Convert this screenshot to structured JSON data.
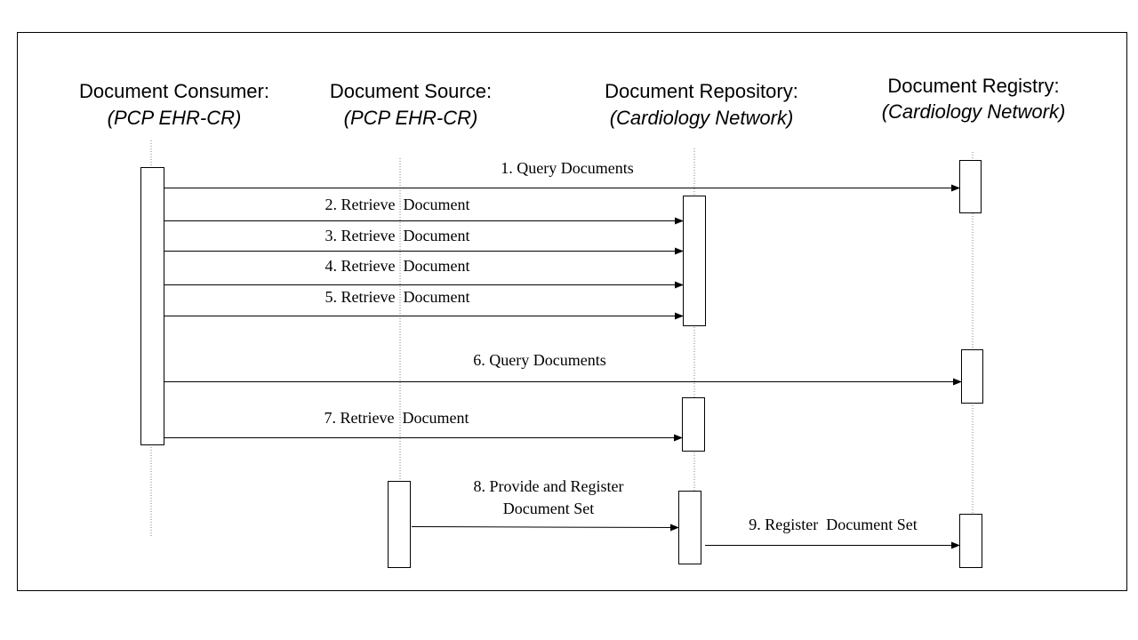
{
  "participants": [
    {
      "id": "consumer",
      "name": "Document Consumer:",
      "role": "(PCP EHR-CR)"
    },
    {
      "id": "source",
      "name": "Document Source:",
      "role": "(PCP EHR-CR)"
    },
    {
      "id": "repository",
      "name": "Document Repository:",
      "role": "(Cardiology Network)"
    },
    {
      "id": "registry",
      "name": "Document Registry:",
      "role": "(Cardiology Network)"
    }
  ],
  "messages": [
    {
      "from": "consumer",
      "to": "registry",
      "label": "1. Query Documents"
    },
    {
      "from": "consumer",
      "to": "repository",
      "label": "2. Retrieve  Document"
    },
    {
      "from": "consumer",
      "to": "repository",
      "label": "3. Retrieve  Document"
    },
    {
      "from": "consumer",
      "to": "repository",
      "label": "4. Retrieve  Document"
    },
    {
      "from": "consumer",
      "to": "repository",
      "label": "5. Retrieve  Document"
    },
    {
      "from": "consumer",
      "to": "registry",
      "label": "6. Query Documents"
    },
    {
      "from": "consumer",
      "to": "repository",
      "label": "7. Retrieve  Document"
    },
    {
      "from": "source",
      "to": "repository",
      "label": "8. Provide and Register",
      "label_line2": "Document Set"
    },
    {
      "from": "repository",
      "to": "registry",
      "label": "9. Register  Document Set"
    }
  ]
}
